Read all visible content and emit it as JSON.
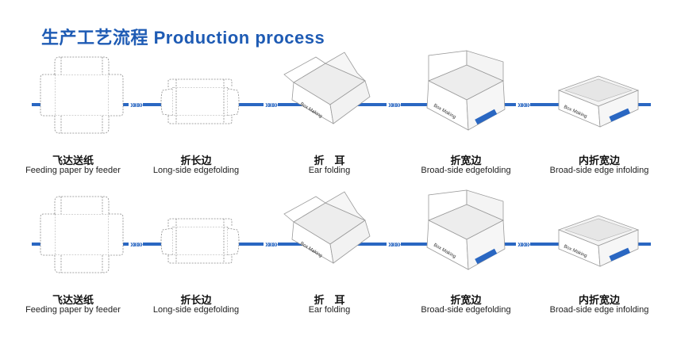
{
  "title": "生产工艺流程 Production process",
  "chevrons": "»»»",
  "box_text": "Box Making",
  "colors": {
    "accent": "#1e5bb4",
    "line": "#2a67c2"
  },
  "rows": [
    {
      "stages": [
        {
          "cn": "飞达送纸",
          "en": "Feeding paper by feeder"
        },
        {
          "cn": "折长边",
          "en": "Long-side edgefolding"
        },
        {
          "cn": "折　耳",
          "en": "Ear folding"
        },
        {
          "cn": "折宽边",
          "en": "Broad-side  edgefolding"
        },
        {
          "cn": "内折宽边",
          "en": "Broad-side  edge infolding"
        }
      ]
    },
    {
      "stages": [
        {
          "cn": "飞达送纸",
          "en": "Feeding paper by feeder"
        },
        {
          "cn": "折长边",
          "en": "Long-side edgefolding"
        },
        {
          "cn": "折　耳",
          "en": "Ear folding"
        },
        {
          "cn": "折宽边",
          "en": "Broad-side  edgefolding"
        },
        {
          "cn": "内折宽边",
          "en": "Broad-side  edge infolding"
        }
      ]
    }
  ]
}
